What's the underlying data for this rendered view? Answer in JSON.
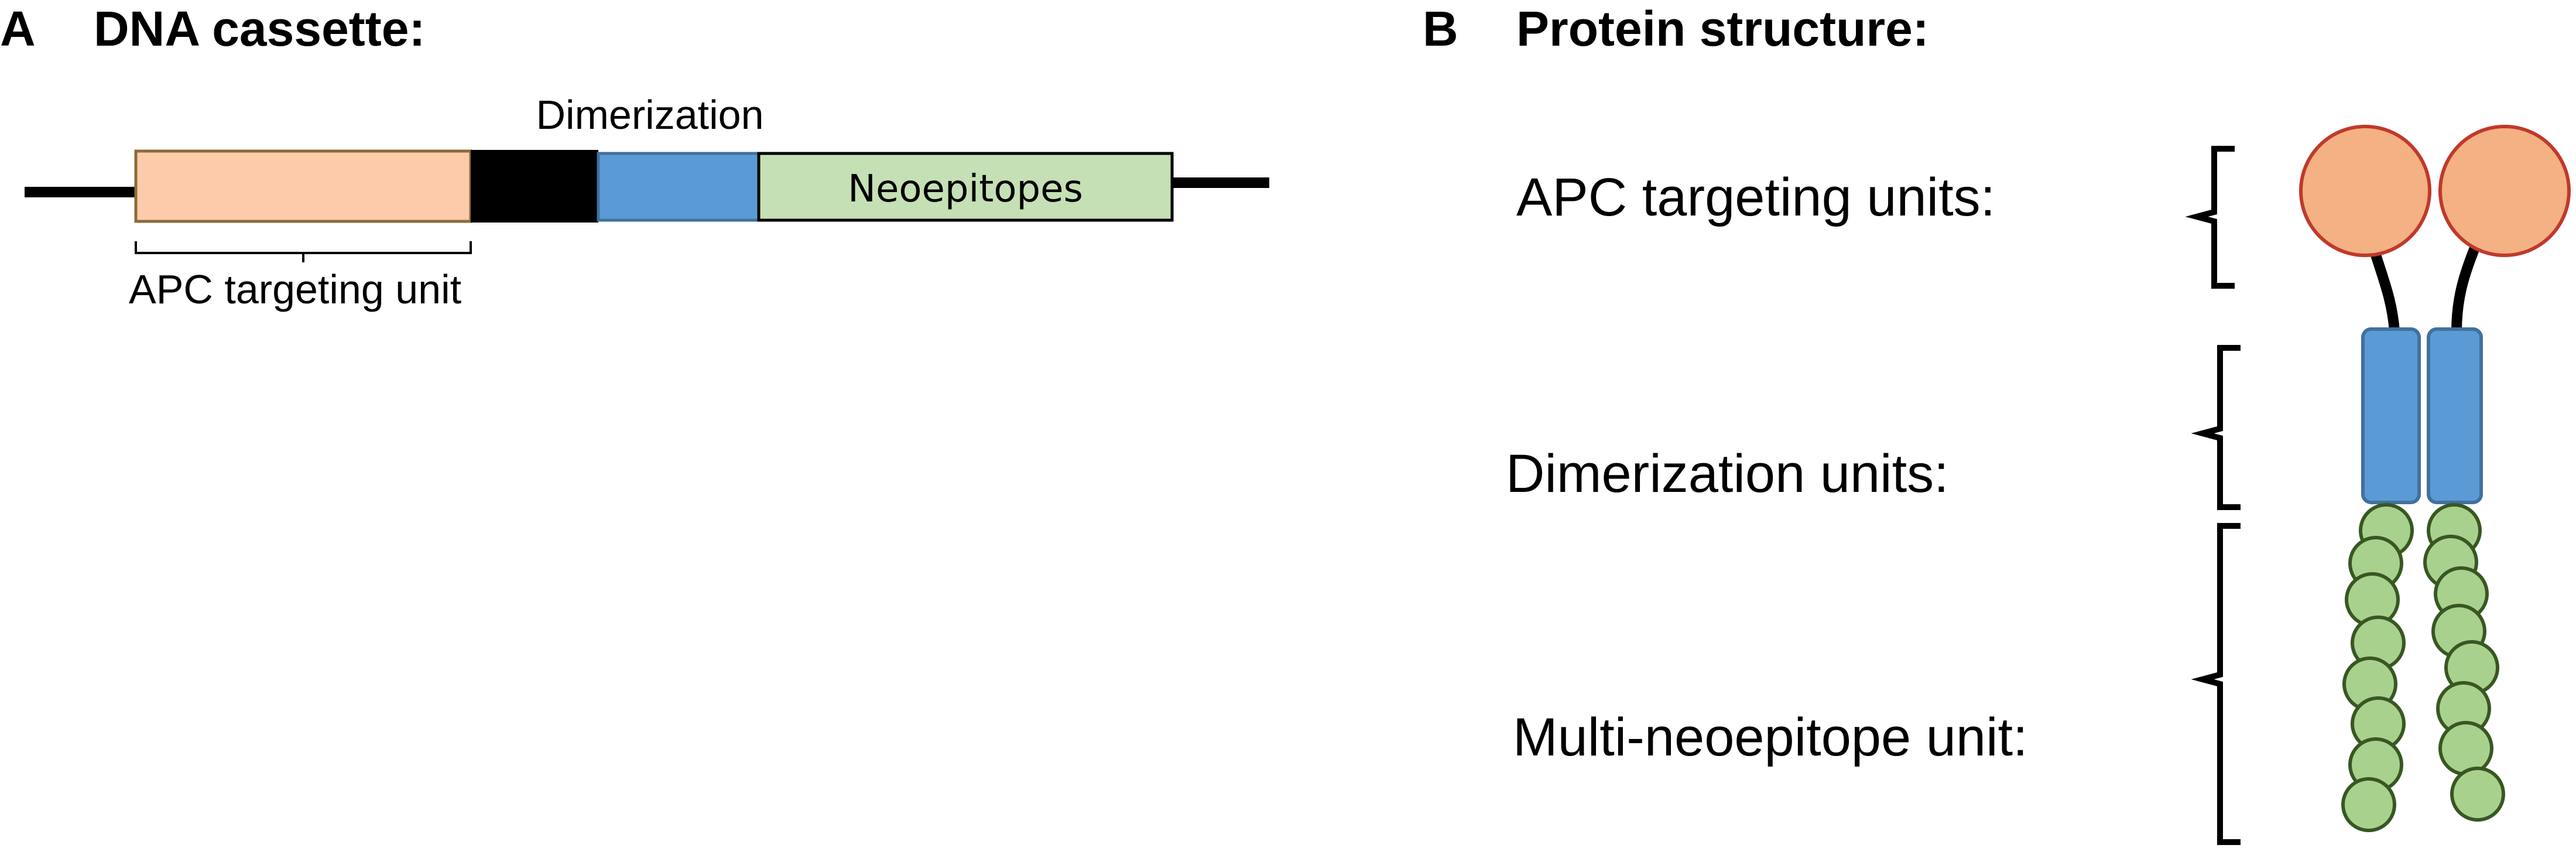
{
  "panel_a": {
    "letter": "A",
    "title": "DNA cassette:",
    "dimerization_label": "Dimerization",
    "neoepitopes_label": "Neoepitopes",
    "apc_unit_label": "APC targeting unit"
  },
  "panel_b": {
    "letter": "B",
    "title": "Protein structure:",
    "apc_units_label": "APC targeting units:",
    "dimerization_units_label": "Dimerization units:",
    "multi_neoepitope_label": "Multi-neoepitope unit:"
  },
  "colors": {
    "apc_box_fill": "#FDCBA9",
    "apc_box_stroke": "#8B6A3A",
    "dimerization_black": "#000000",
    "dimerization_blue": "#5B9BD5",
    "dimerization_blue_stroke": "#41719C",
    "neoepitope_green": "#C5E0B4",
    "apc_circle_fill": "#F4B183",
    "apc_circle_stroke": "#C0392B",
    "bead_fill": "#A9D18E",
    "bead_stroke": "#385723"
  }
}
